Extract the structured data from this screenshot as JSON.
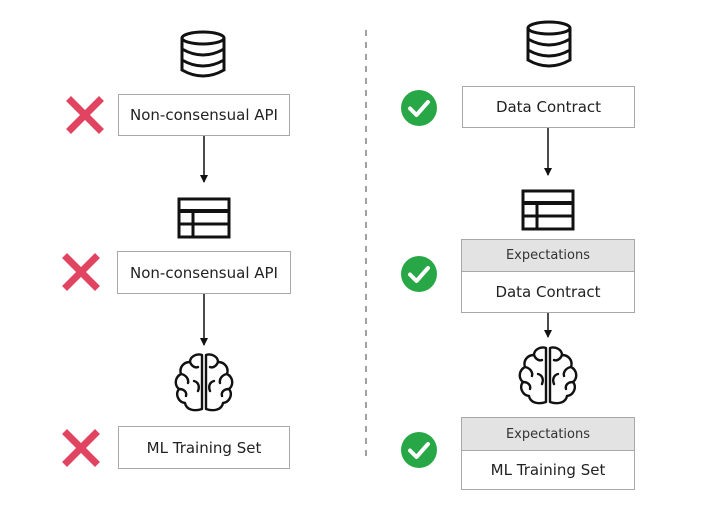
{
  "left_column": {
    "step1_label": "Non-consensual API",
    "step2_label": "Non-consensual API",
    "step3_label": "ML Training Set",
    "status_icon": "red-x-icon"
  },
  "right_column": {
    "step1_label": "Data Contract",
    "step2_header": "Expectations",
    "step2_label": "Data Contract",
    "step3_header": "Expectations",
    "step3_label": "ML Training Set",
    "status_icon": "green-check-icon"
  },
  "icons": {
    "database": "database-icon",
    "table": "table-icon",
    "brain": "brain-icon"
  },
  "colors": {
    "cross": "#e04461",
    "check": "#27a745",
    "box_border": "#a8a8a8",
    "expectations_fill": "#e3e3e3",
    "divider": "#8a8a8a"
  }
}
